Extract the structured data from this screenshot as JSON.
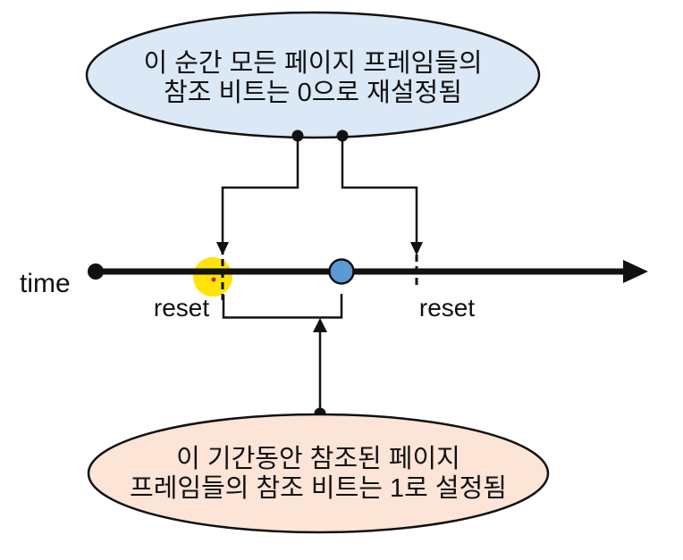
{
  "top_callout": {
    "line1": "이 순간 모든 페이지 프레임들의",
    "line2": "참조 비트는 0으로 재설정됨"
  },
  "bottom_callout": {
    "line1": "이 기간동안 참조된 페이지",
    "line2": "프레임들의 참조 비트는 1로 설정됨"
  },
  "timeline": {
    "axis_label": "time",
    "reset_label_left": "reset",
    "reset_label_right": "reset"
  },
  "colors": {
    "top_callout_fill": "#dbe8f6",
    "bottom_callout_fill": "#fce4d6",
    "yellow_marker": "#ffe30a",
    "blue_marker": "#5b9bd5",
    "red_dot": "#cc2222",
    "line": "#111111"
  }
}
